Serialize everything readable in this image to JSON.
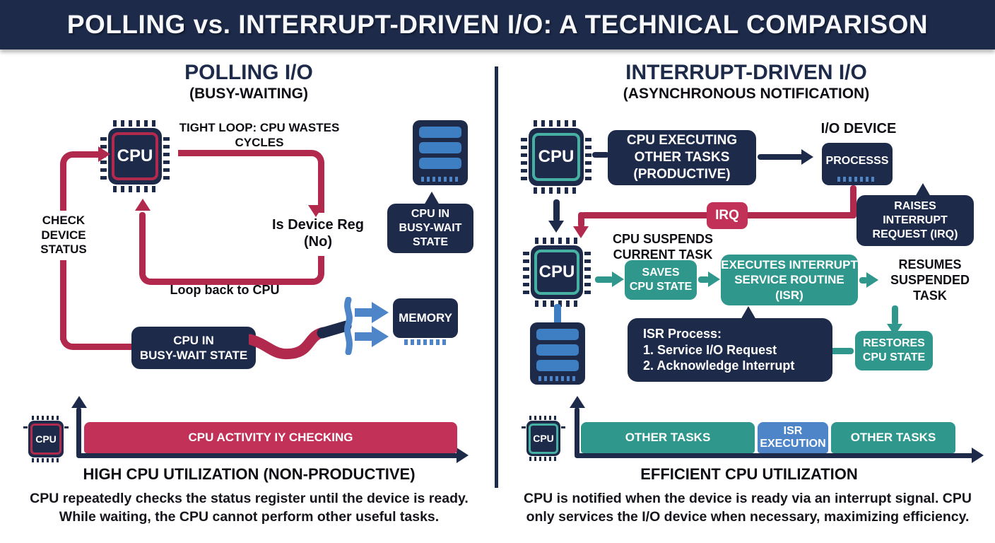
{
  "title": "POLLING vs. INTERRUPT-DRIVEN I/O: A TECHNICAL COMPARISON",
  "colors": {
    "navy": "#1d2a4a",
    "crimson": "#b2294e",
    "crimson_bright": "#c23258",
    "teal": "#2f978c",
    "teal_border": "#46b0a2",
    "blue": "#3e7ec2",
    "blue_bar": "#4d85c8"
  },
  "labels": {
    "cpu": "CPU"
  },
  "left": {
    "heading": "POLLING I/O",
    "subheading": "(BUSY-WAITING)",
    "tight_loop_label": "TIGHT LOOP: CPU WASTES\nCYCLES",
    "check_device_label": "CHECK\nDEVICE\nSTATUS",
    "is_device_label": "Is Device Reg\n(No)",
    "loop_back_label": "Loop back to CPU",
    "busywait_bubble": "CPU IN\nBUSY-WAIT\nSTATE",
    "busywait_box": "CPU IN\nBUSY-WAIT STATE",
    "memory_label": "MEMORY",
    "timeline_bar_label": "CPU ACTIVITY IY CHECKING",
    "utilization_label": "HIGH CPU UTILIZATION (NON-PRODUCTIVE)",
    "caption": "CPU repeatedly checks the status register until the device is ready.\nWhile waiting, the CPU cannot perform other useful tasks."
  },
  "right": {
    "heading": "INTERRUPT-DRIVEN I/O",
    "subheading": "(ASYNCHRONOUS NOTIFICATION)",
    "executing_box": "CPU EXECUTING\nOTHER TASKS\n(PRODUCTIVE)",
    "io_device_label": "I/O DEVICE",
    "process_box": "PROCESSS",
    "raises_bubble": "RAISES\nINTERRUPT\nREQUEST (IRQ)",
    "irq_badge": "IRQ",
    "suspends_label": "CPU SUSPENDS\nCURRENT TASK",
    "saves_box": "SAVES\nCPU STATE",
    "isr_box": "EXECUTES INTERRUPT\nSERVICE ROUTINE\n(ISR)",
    "resumes_label": "RESUMES\nSUSPENDED\nTASK",
    "restores_box": "RESTORES\nCPU STATE",
    "isr_process_text": "ISR Process:\n 1. Service I/O Request\n 2. Acknowledge Interrupt",
    "timeline_segment1": "OTHER TASKS",
    "timeline_segment2": "ISR\nEXECUTION",
    "timeline_segment3": "OTHER TASKS",
    "utilization_label": "EFFICIENT CPU UTILIZATION",
    "caption": "CPU is notified when the device is ready via an interrupt signal. CPU\nonly services the I/O device when necessary, maximizing efficiency."
  }
}
